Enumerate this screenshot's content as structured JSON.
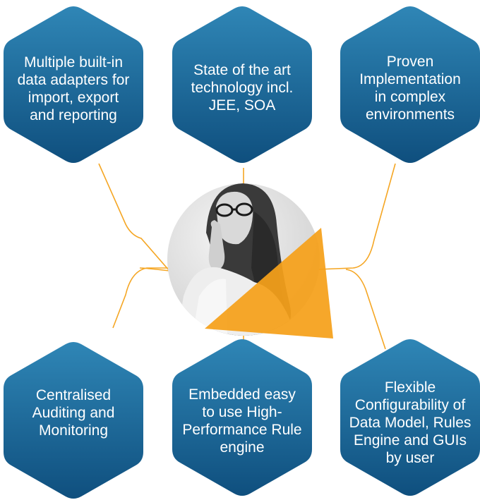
{
  "hexagons": [
    {
      "text": "Multiple built-in data adapters for import, export and reporting",
      "lines": [
        "Multiple built-in",
        "data adapters for",
        "import, export",
        "and reporting"
      ]
    },
    {
      "text": "State of the art technology incl. JEE, SOA",
      "lines": [
        "State of the art",
        "technology incl.",
        "JEE, SOA"
      ]
    },
    {
      "text": "Proven Implementation in complex environments",
      "lines": [
        "Proven",
        "Implementation",
        "in complex",
        "environments"
      ]
    },
    {
      "text": "Centralised Auditing and Monitoring",
      "lines": [
        "Centralised",
        "Auditing and",
        "Monitoring"
      ]
    },
    {
      "text": "Embedded easy to use High-Performance Rule engine",
      "lines": [
        "Embedded easy",
        "to use High-",
        "Performance Rule",
        "engine"
      ]
    },
    {
      "text": "Flexible Configurability of Data Model, Rules Engine and GUIs by user",
      "lines": [
        "Flexible",
        "Configurability of",
        "Data Model, Rules",
        "Engine and GUIs",
        "by user"
      ]
    }
  ],
  "colors": {
    "hex_top": "#2f86b6",
    "hex_bottom": "#0f4f7e",
    "connector": "#f5a623",
    "accent_triangle": "#f5a01a",
    "photo_bg": "#e6e6e6"
  },
  "center_image": "woman-thinking-photo"
}
